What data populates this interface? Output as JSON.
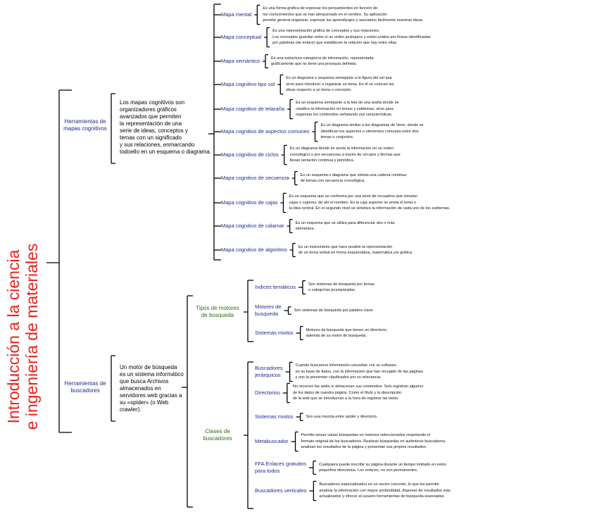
{
  "title": "Introducción a la ciencia e ingeniería de materiales",
  "branches": [
    {
      "label_lines": [
        "Herramientas de",
        "mapas cognitivos"
      ],
      "definition_lines": [
        "Los mapas cognitivos son",
        "organizadores gráficos",
        "avanzados que permiten",
        "la representación de una",
        "serie de ideas, conceptos y",
        "temas con un significado",
        "y sus relaciones, enmarcando",
        "todoello en un esquema o diagrama."
      ],
      "items": [
        {
          "label": "Mapa mental",
          "desc_lines": [
            "Es una forma gráfica de expresar los pensamientos en función de",
            "los conocimientos que se han almacenado en el cerebro. Su aplicación",
            "permite generar,organizar, expresar los aprendizajes y asociarlos fácilmente nuestras ideas."
          ]
        },
        {
          "label": "Mapa conceptual",
          "desc_lines": [
            "Es una representación gráfica de conceptos y sus relaciones.",
            "Los conceptos guardan entre sí un orden jerárquico y están unidos por líneas identificadas",
            "por palabras (de enlace) que establecen la relación que hay entre ellas."
          ]
        },
        {
          "label": "Mapa semántico",
          "desc_lines": [
            "Es una estructura categórica de información, representada",
            "gráficamente que no tiene una jerarquía definida."
          ]
        },
        {
          "label": "Mapa cognitivo tipo sol",
          "desc_lines": [
            "Es un diagrama o esquema semejante a la figura del sol que",
            "sirve para introducir u organizar un tema. En él se colocan las",
            "ideas respecto a un tema o concepto."
          ]
        },
        {
          "label": "Mapa cognitivo de telaraña",
          "desc_lines": [
            "Es un esquema semejante a la tela de una araña donde se",
            "clasifica la información en temas y subtemas; sirve para",
            "organizar los contenidos señalando sus características."
          ]
        },
        {
          "label": "Mapa cognitivo de aspectos comunes",
          "desc_lines": [
            "Es un diagrama similar a los diagramas de Venn, donde se",
            "identifican los aspectos o elementos comunes entre dos",
            "temas o conjuntos."
          ]
        },
        {
          "label": "Mapa cognitivo de ciclos",
          "desc_lines": [
            "Es un diagrama donde se anota la información en un orden",
            "cronológico o por secuencias a través de círculos y flechas que",
            "llevan seriación continua y periódica."
          ]
        },
        {
          "label": "Mapa cognitivo de secuencia",
          "desc_lines": [
            "Es un esquema o diagrama que simula una cadena continua",
            "de temas con secuencia cronológica."
          ]
        },
        {
          "label": "Mapa cognitivo de cajas",
          "desc_lines": [
            "Es un esquema que se conforma por una serie de recuadros que simulan",
            "cajas o cajones; de ahí el nombre. En la caja superior se anota el tema o",
            "la idea central. En el segundo nivel se sintetiza la información de cada uno de los subtemas."
          ]
        },
        {
          "label": "Mapa cognitivo de calamar",
          "desc_lines": [
            "Es un esquema que se utiliza para diferenciar dos o más",
            "elementos."
          ]
        },
        {
          "label": "Mapa cognitivo de algoritmo",
          "desc_lines": [
            "Es un instrumento que hace posible la representación",
            "de un tema verbal en forma esquemática, matemática y/o gráfica."
          ]
        }
      ]
    },
    {
      "label_lines": [
        "Herramientas de",
        "buscadores"
      ],
      "definition_lines": [
        "Un motor de búsqueda",
        "es un sistema informático",
        "que busca Archivos",
        "almacenados en",
        "servidores web gracias a",
        "su «spider» (o Web",
        "crawler)."
      ],
      "groups": [
        {
          "label_lines": [
            "Tipos de motores",
            "de busqueda"
          ],
          "items": [
            {
              "label_lines": [
                "Indices temáticos"
              ],
              "desc_lines": [
                "Son sistemas de búsqueda por temas",
                "o categorías jerarquizadas."
              ]
            },
            {
              "label_lines": [
                "Motores de",
                "busqueda"
              ],
              "desc_lines": [
                "Son sistemas de búsqueda por palabra clave."
              ]
            },
            {
              "label_lines": [
                "Sistemas mixtos"
              ],
              "desc_lines": [
                "Motores de búsqueda que tienen un directorio,",
                "además de su motor de búsqueda."
              ]
            }
          ]
        },
        {
          "label_lines": [
            "Clases de",
            "buscadores"
          ],
          "items": [
            {
              "label_lines": [
                "Buscadores",
                "jerárquicos"
              ],
              "desc_lines": [
                "Cuando buscamos información consultan con su software",
                "en su base de datos, con la información que han recogido de las páginas",
                "y nos la presentan clasificados por su relevancia."
              ]
            },
            {
              "label_lines": [
                "Directorios"
              ],
              "desc_lines": [
                "No recorren las webs ni almacenan sus contenidos. Solo registran algunos",
                "de los datos de nuestra página. Como el título y la descripción",
                "de la web que se introduzcan a la hora de registrar las webs."
              ]
            },
            {
              "label_lines": [
                "Sistemas mixtos"
              ],
              "desc_lines": [
                "Son una mezcla entre spider y directorio."
              ]
            },
            {
              "label_lines": [
                "Metabuscador"
              ],
              "desc_lines": [
                "Permite lanzar varias búsquedas en motores seleccionados respetando el",
                "formato original de los buscadores. Realizan búsquedas en auténticos buscadores,",
                "analizan los resultados de la página y presentan sus propios resultados."
              ]
            },
            {
              "label_lines": [
                "FFA Enlaces gratuitos",
                "para todos"
              ],
              "desc_lines": [
                "Cualquiera puede inscribir su página durante un tiempo limitado en estos",
                "pequeños directorios. Los enlaces, no son permanentes."
              ]
            },
            {
              "label_lines": [
                "Buscadores verticales"
              ],
              "desc_lines": [
                "Buscadores especializados en un sector concreto, lo que les permite",
                "analizar la información con mayor profundidad, disponer de resultados más",
                "actualizados y ofrecer al usuario herramientas de búsqueda avanzadas."
              ]
            }
          ]
        }
      ]
    }
  ]
}
